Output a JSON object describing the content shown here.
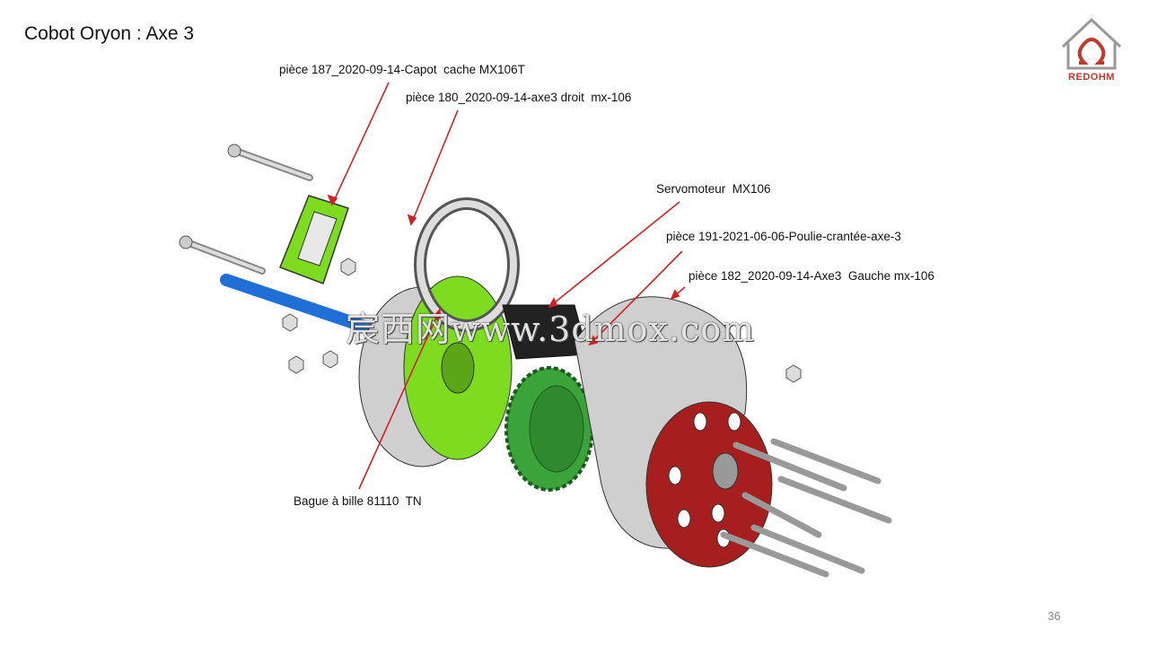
{
  "slide": {
    "title": "Cobot Oryon : Axe 3",
    "page_number": "36"
  },
  "logo": {
    "text": "REDOHM",
    "color": "#c0392b"
  },
  "watermark": {
    "text": "宸西网www.3dmox.com"
  },
  "colors": {
    "leader_line": "#d42020",
    "green_part": "#7ddc1f",
    "red_part": "#a61e1e",
    "blue_rod": "#1f6fd6",
    "grey_part": "#c8c8c8"
  },
  "labels": {
    "capot": "pièce 187_2020-09-14-Capot  cache MX106T",
    "axe3_droit": "pièce 180_2020-09-14-axe3 droit  mx-106",
    "servomoteur": "Servomoteur  MX106",
    "poulie": "pièce 191-2021-06-06-Poulie-crantée-axe-3",
    "axe3_gauche": "pièce 182_2020-09-14-Axe3  Gauche mx-106",
    "bague": "Bague à bille 81110  TN"
  }
}
